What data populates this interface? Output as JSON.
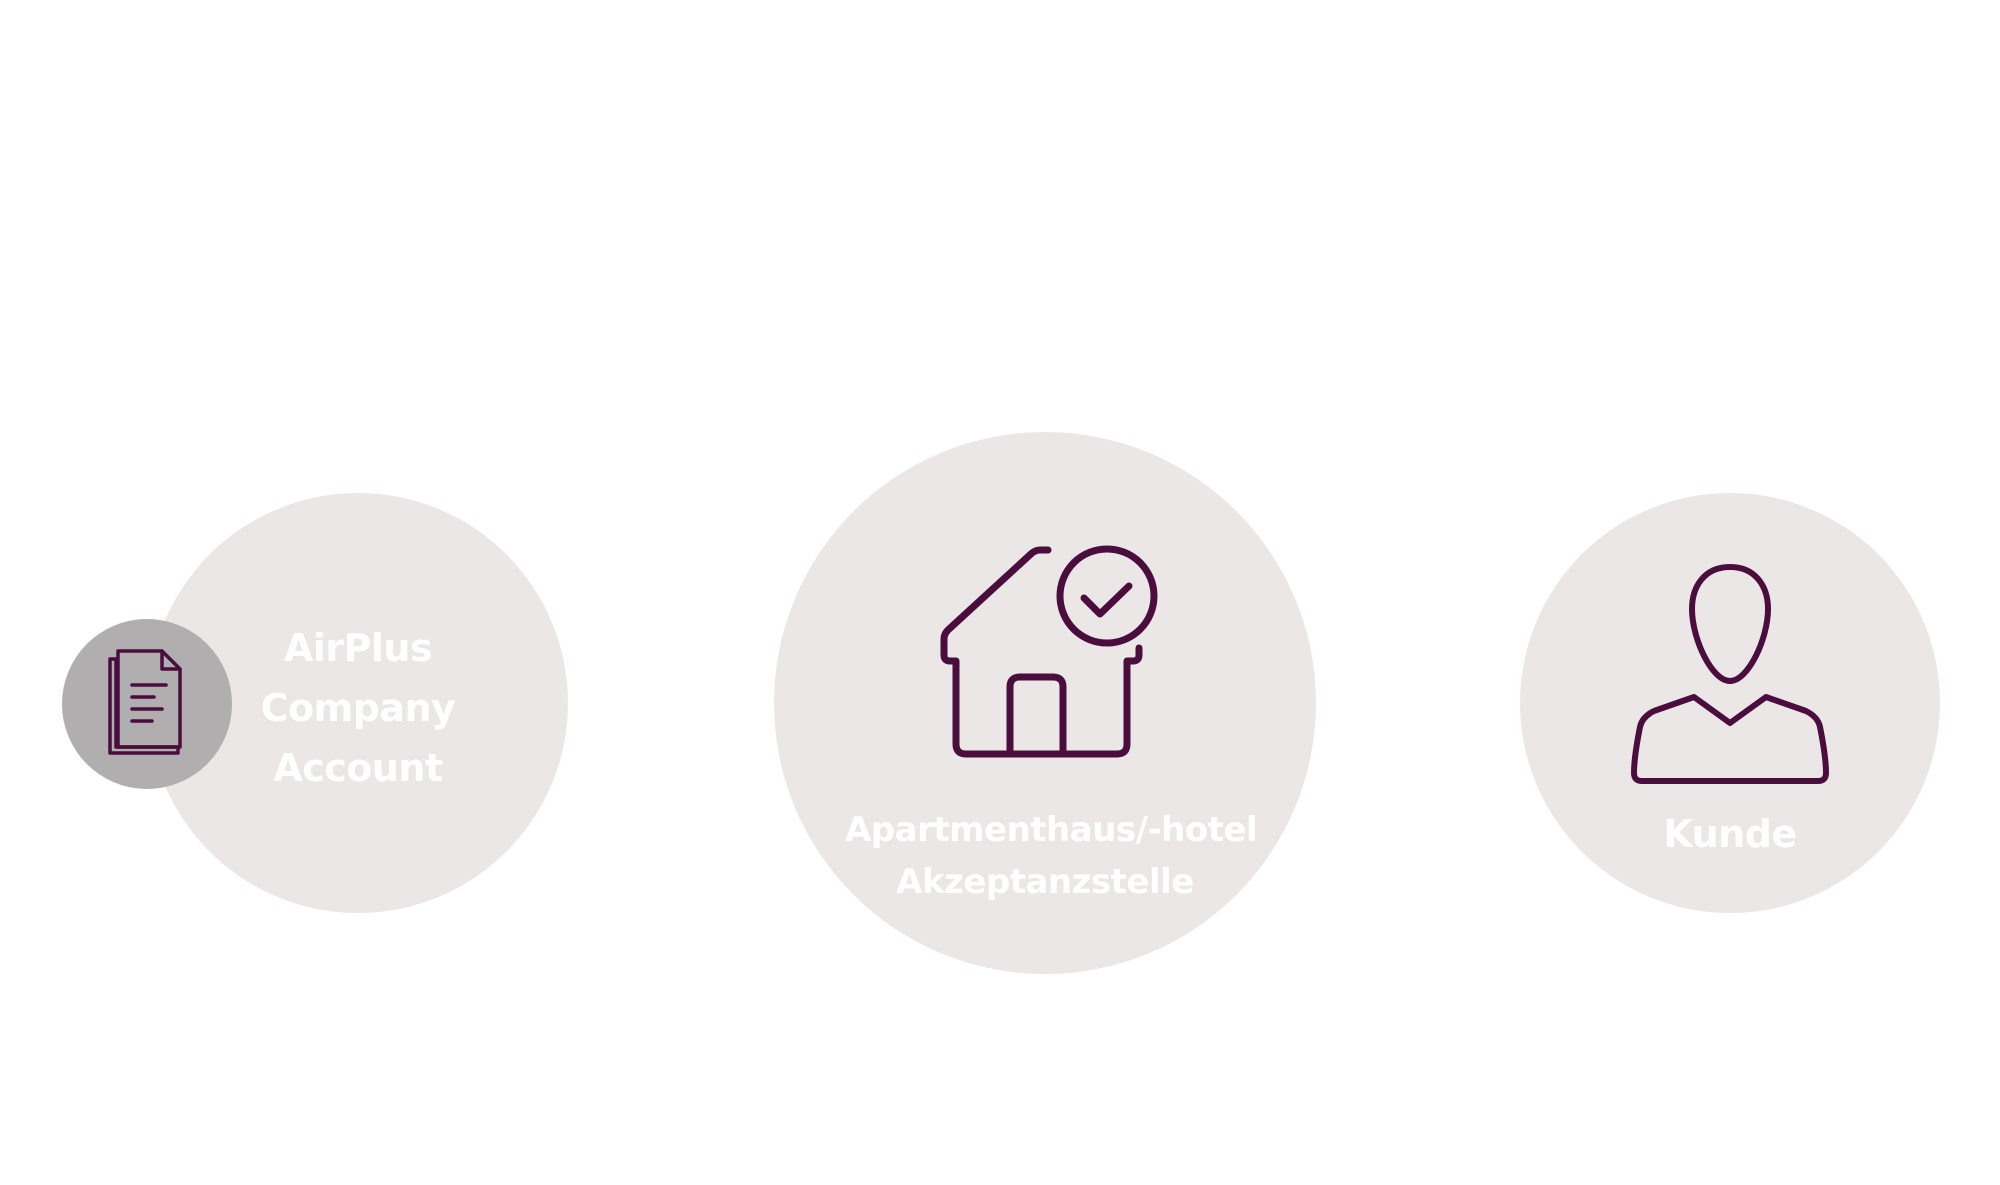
{
  "colors": {
    "circle_fill": "#ebe7e7",
    "badge_fill": "#b0aeae",
    "icon_stroke": "#4a0d3e",
    "label_text": "#ffffff"
  },
  "nodes": {
    "account": {
      "icon": "document-stack-icon",
      "lines": [
        "AirPlus",
        "Company",
        "Account"
      ]
    },
    "hotel": {
      "icon": "house-check-icon",
      "lines": [
        "Apartmenthaus/-hotel",
        "Akzeptanzstelle"
      ]
    },
    "customer": {
      "icon": "person-icon",
      "lines": [
        "Kunde"
      ]
    }
  }
}
